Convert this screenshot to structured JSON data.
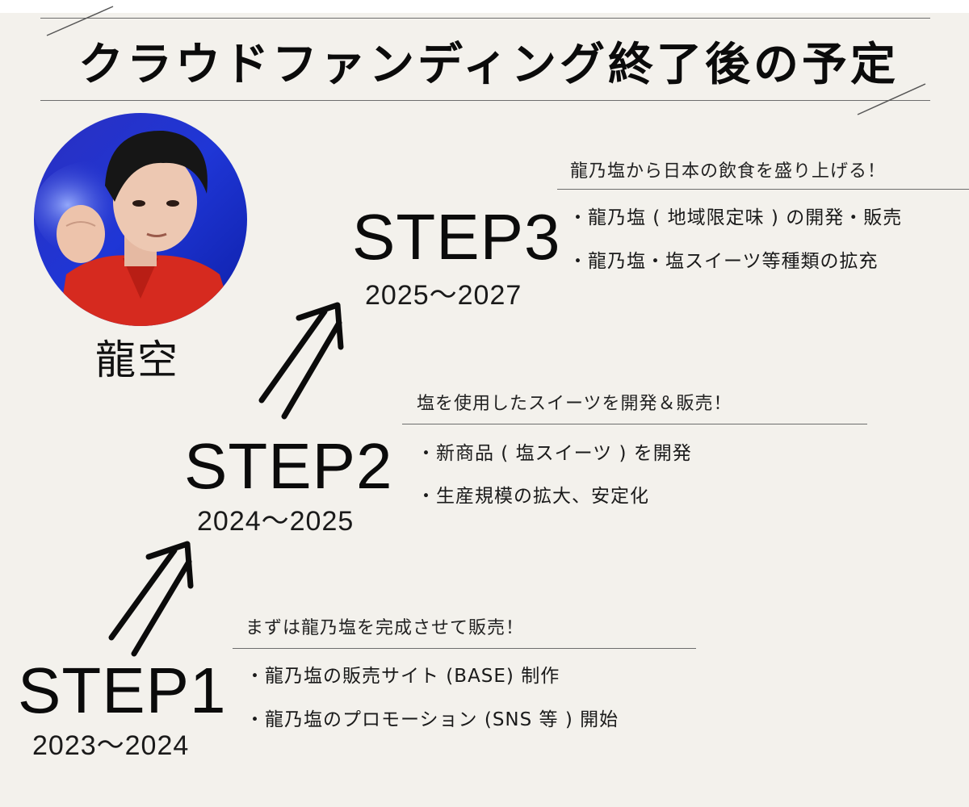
{
  "title": "クラウドファンディング終了後の予定",
  "person": {
    "name": "龍空"
  },
  "steps": [
    {
      "label": "STEP1",
      "years": "2023〜2024",
      "heading": "まずは龍乃塩を完成させて販売！",
      "items": [
        "・龍乃塩の販売サイト (BASE) 制作",
        "・龍乃塩のプロモーション (SNS 等 ) 開始"
      ]
    },
    {
      "label": "STEP2",
      "years": "2024〜2025",
      "heading": "塩を使用したスイーツを開発＆販売！",
      "items": [
        "・新商品 ( 塩スイーツ ) を開発",
        "・生産規模の拡大、安定化"
      ]
    },
    {
      "label": "STEP3",
      "years": "2025〜2027",
      "heading": "龍乃塩から日本の飲食を盛り上げる！",
      "items": [
        "・龍乃塩 ( 地域限定味 ) の開発・販売",
        "・龍乃塩・塩スイーツ等種類の拡充"
      ]
    }
  ],
  "colors": {
    "background": "#f3f1ec",
    "text": "#111111",
    "rule": "#6d6d6d"
  },
  "icons": [
    "double-arrow-icon",
    "avatar-photo"
  ]
}
